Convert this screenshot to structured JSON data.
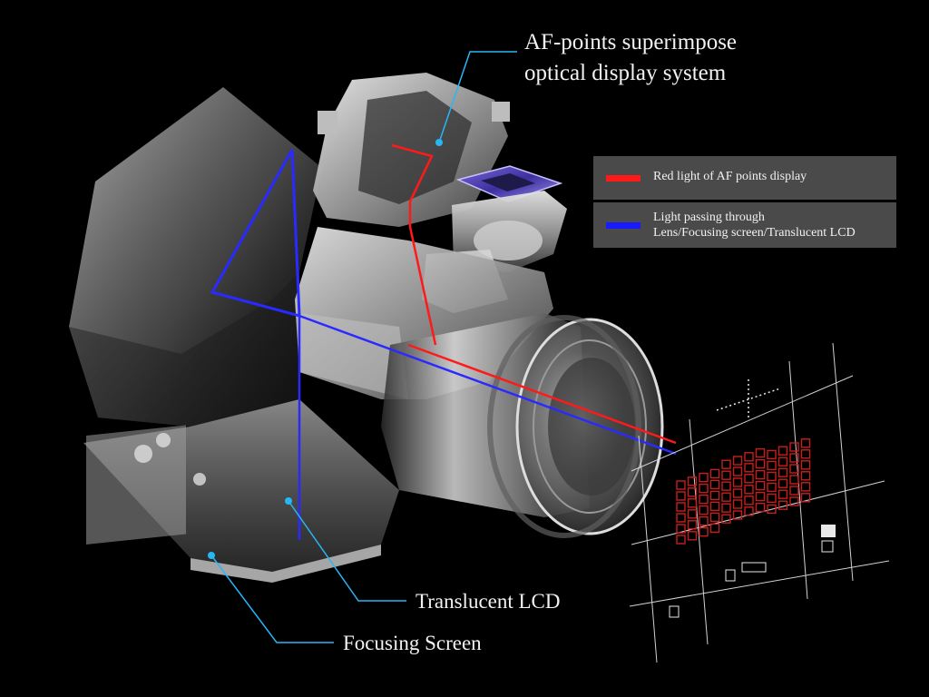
{
  "callouts": {
    "af_points_title_line1": "AF-points superimpose",
    "af_points_title_line2": "optical display system",
    "translucent_lcd": "Translucent LCD",
    "focusing_screen": "Focusing Screen"
  },
  "legend": [
    {
      "label": "Red light of AF points display",
      "color": "#ff1a1a"
    },
    {
      "label_line1": "Light  passing through",
      "label_line2": "Lens/Focusing screen/Translucent LCD",
      "color": "#1a1aff"
    }
  ],
  "colors": {
    "background": "#000000",
    "callout_line": "#29b6f6",
    "af_point_red": "#c41e1e",
    "legend_box": "#4a4a4a"
  },
  "display_panel": {
    "af_point_columns": 12,
    "af_point_rows": 6
  }
}
